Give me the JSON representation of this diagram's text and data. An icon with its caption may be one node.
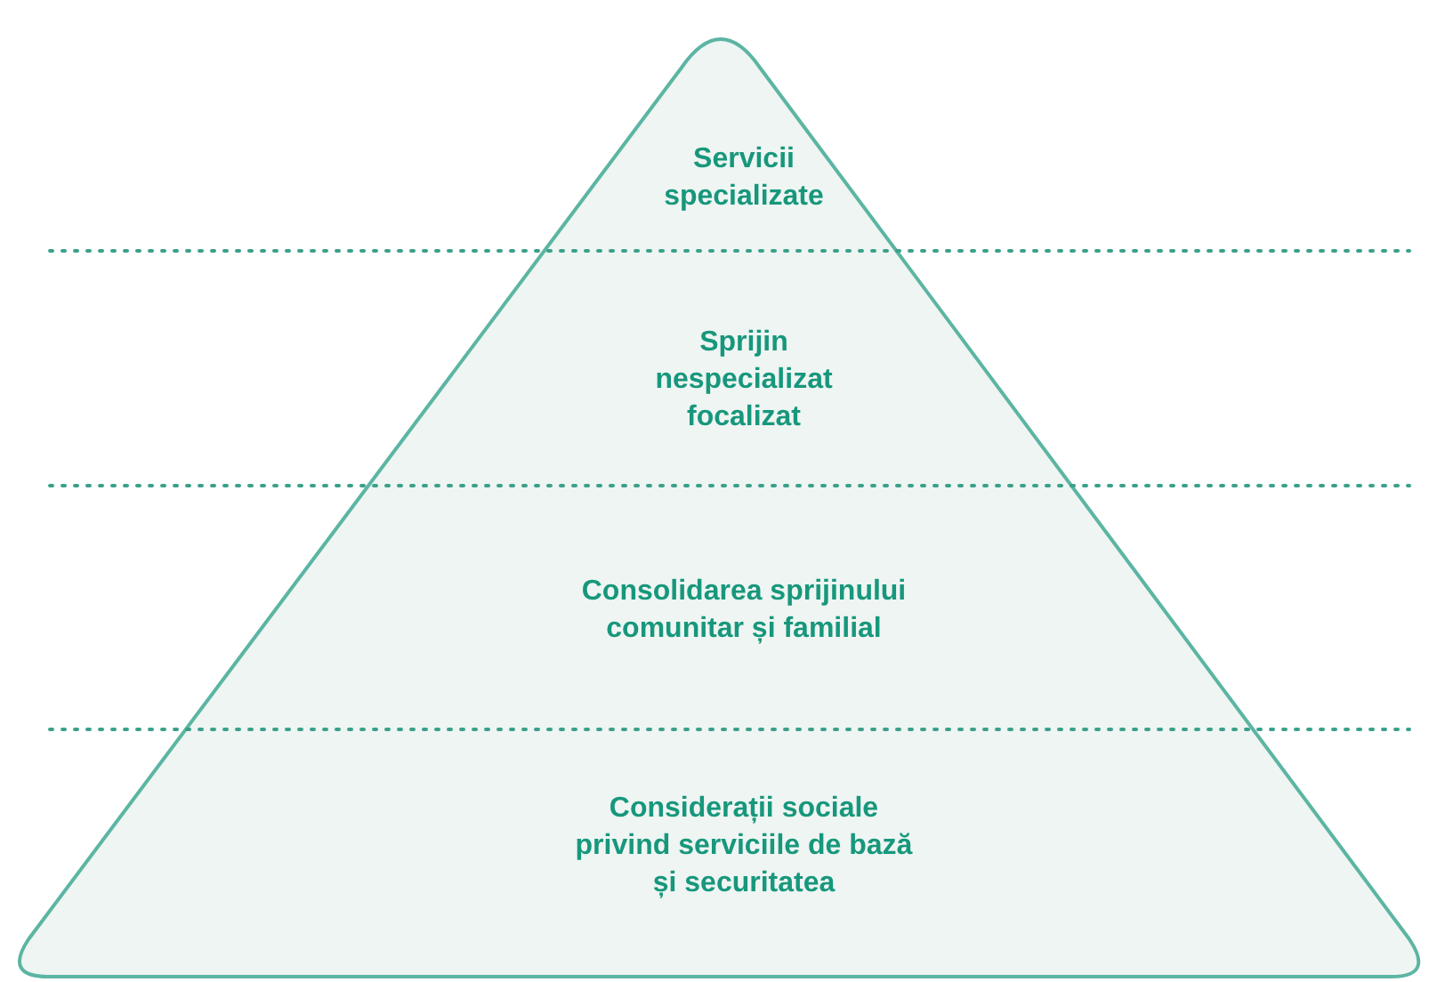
{
  "diagram": {
    "nodes": [
      {
        "text": [
          "Servicii specializate"
        ]
      },
      {
        "text": [
          "Sprijin nespecializat focalizat"
        ]
      },
      {
        "text": [
          "Consolidarea sprijinului comunitar și familial"
        ]
      },
      {
        "text": [
          "Considerații sociale privind serviciile de bază și securitatea"
        ]
      }
    ]
  }
}
